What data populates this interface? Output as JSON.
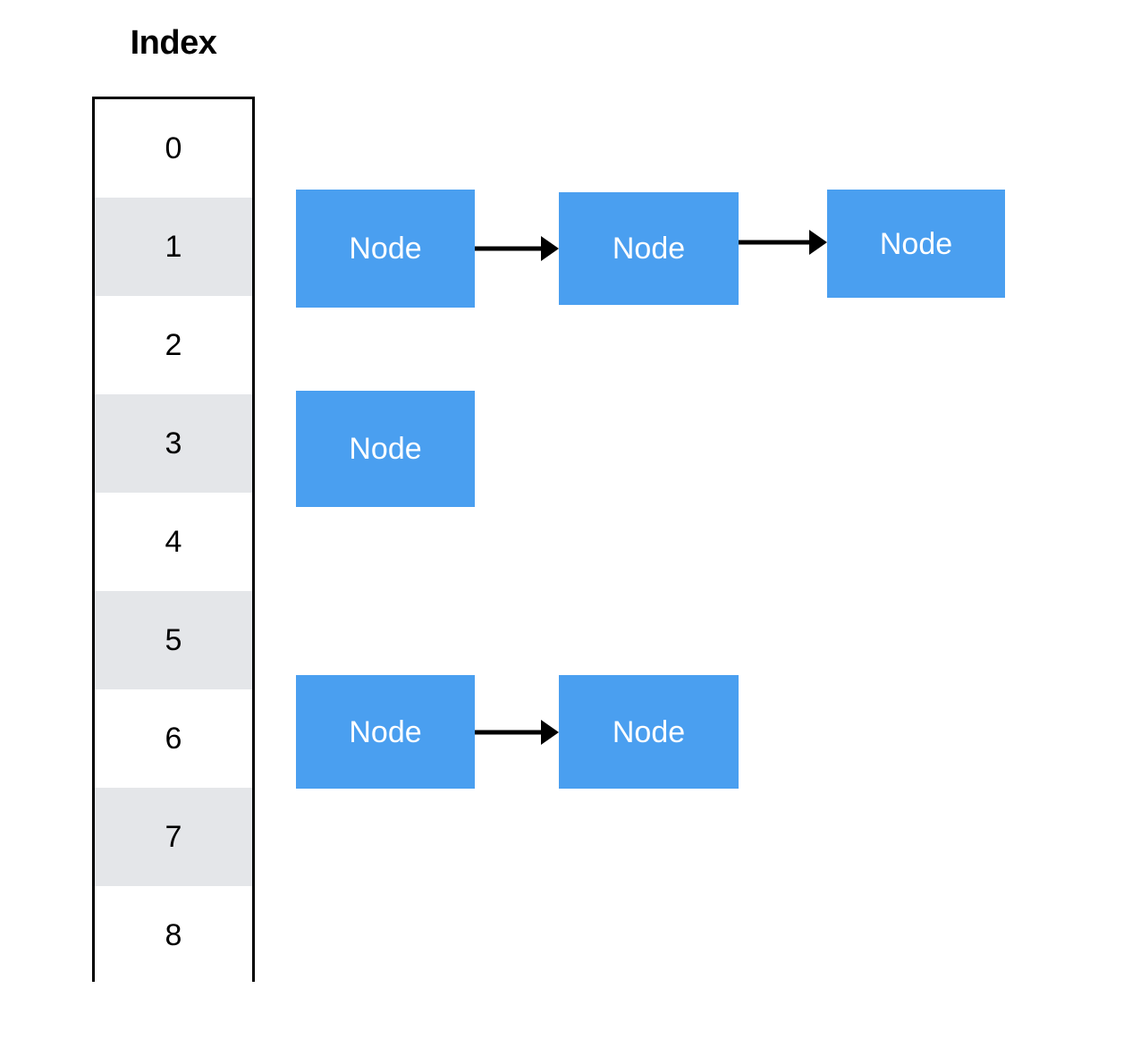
{
  "diagram": {
    "title": "Index",
    "type": "hash-table-separate-chaining",
    "colors": {
      "node_fill": "#4a9ff0",
      "node_text": "#ffffff",
      "row_alt": "#e4e6e9",
      "row_plain": "#ffffff",
      "border": "#000000",
      "arrow": "#000000",
      "background": "#ffffff"
    }
  },
  "index_table": {
    "header": "Index",
    "rows": [
      {
        "label": "0",
        "shaded": false
      },
      {
        "label": "1",
        "shaded": true
      },
      {
        "label": "2",
        "shaded": false
      },
      {
        "label": "3",
        "shaded": true
      },
      {
        "label": "4",
        "shaded": false
      },
      {
        "label": "5",
        "shaded": true
      },
      {
        "label": "6",
        "shaded": false
      },
      {
        "label": "7",
        "shaded": true
      },
      {
        "label": "8",
        "shaded": false
      }
    ]
  },
  "chains": [
    {
      "index": "1",
      "node_count": 3,
      "nodes": [
        {
          "label": "Node"
        },
        {
          "label": "Node"
        },
        {
          "label": "Node"
        }
      ]
    },
    {
      "index": "3",
      "node_count": 1,
      "nodes": [
        {
          "label": "Node"
        }
      ]
    },
    {
      "index": "6",
      "node_count": 2,
      "nodes": [
        {
          "label": "Node"
        },
        {
          "label": "Node"
        }
      ]
    }
  ]
}
